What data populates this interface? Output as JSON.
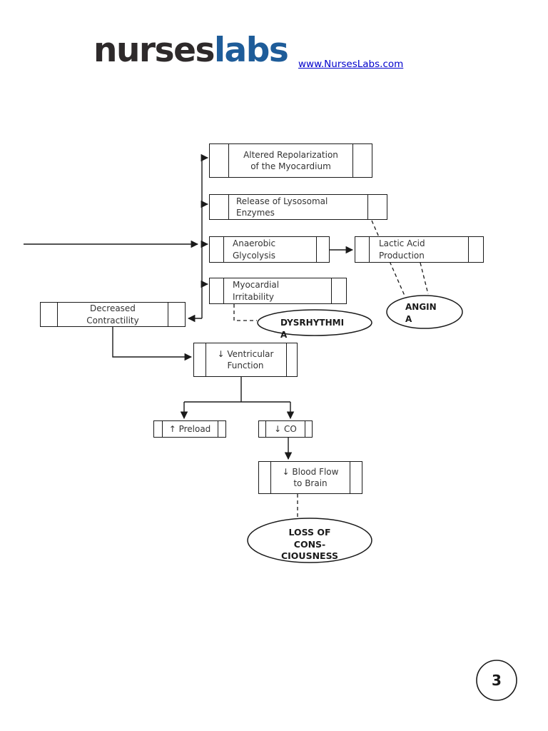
{
  "header": {
    "logo_first": "nurses",
    "logo_second": "labs",
    "link_text": "www.NursesLabs.com",
    "logo_first_color": "#2e2a2b",
    "logo_second_color": "#1e5c99",
    "link_color": "#0000cc"
  },
  "nodes": {
    "altered_repolarization": {
      "label": "Altered Repolarization\nof the Myocardium"
    },
    "release_lysosomal": {
      "label": "Release of Lysosomal\nEnzymes"
    },
    "anaerobic_glycolysis": {
      "label": "Anaerobic\nGlycolysis"
    },
    "lactic_acid": {
      "label": "Lactic Acid\nProduction"
    },
    "myocardial_irritability": {
      "label": "Myocardial\nIrritability"
    },
    "decreased_contractility": {
      "label": "Decreased\nContractility"
    },
    "ventricular_function": {
      "label": "↓ Ventricular\nFunction"
    },
    "preload": {
      "label": "↑ Preload"
    },
    "cardiac_output": {
      "label": "↓ CO"
    },
    "blood_flow_brain": {
      "label": "↓ Blood Flow\nto Brain"
    },
    "dysrhythmia": {
      "label": "DYSRHYTHMI\nA"
    },
    "angina": {
      "label": "ANGIN\nA"
    },
    "loss_of_consciousness": {
      "label": "LOSS OF\nCONS-\nCIOUSNESS"
    }
  },
  "footer": {
    "page_number": "3"
  },
  "colors": {
    "line": "#1a1a1a",
    "box_border": "#1a1a1a",
    "box_text": "#333333",
    "background": "#ffffff"
  }
}
